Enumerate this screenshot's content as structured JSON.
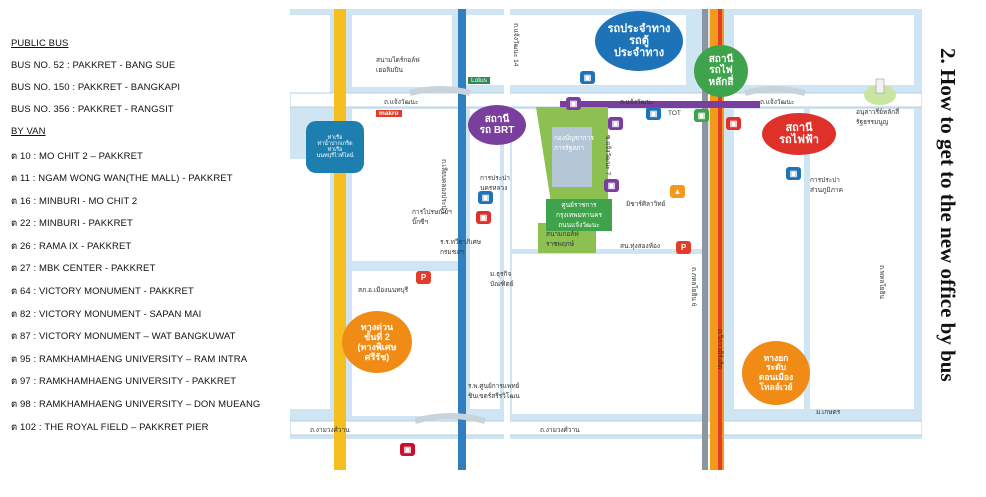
{
  "legend": {
    "public_bus_heading": "PUBLIC BUS",
    "bus_lines": [
      "BUS NO.   52 :   PAKKRET -  BANG SUE",
      "BUS NO. 150  :  PAKKRET -  BANGKAPI",
      "BUS NO. 356  :  PAKKRET - RANGSIT"
    ],
    "van_heading": "BY VAN",
    "van_lines": [
      "ต 10   :  MO CHIT 2 – PAKKRET",
      "ต 11   :  NGAM WONG WAN(THE MALL) - PAKKRET",
      "ต 16   :  MINBURI - MO CHIT 2",
      "ต 22   :  MINBURI -  PAKKRET",
      "ต 26   :  RAMA IX  - PAKKRET",
      "ต 27   :  MBK CENTER - PAKKRET",
      "ต 64   :  VICTORY  MONUMENT - PAKKRET",
      "ต 82   :  VICTORY  MONUMENT  - SAPAN MAI",
      "ต 87   :  VICTORY  MONUMENT – WAT BANGKUWAT",
      "ต 95   :  RAMKHAMHAENG UNIVERSITY – RAM INTRA",
      "ต 97   :  RAMKHAMHAENG UNIVERSITY - PAKKRET",
      "ต 98   :  RAMKHAMHAENG UNIVERSITY – DON MUEANG",
      "ต 102 :  THE ROYAL FIELD – PAKKRET  PIER"
    ]
  },
  "side_title": "2. How to get to the new office by bus",
  "map": {
    "bubbles": {
      "bus_stop": "รถประจำทาง\nรถตู้\nประจำทาง",
      "train_station": "สถานี\nรถไฟ\nหลักสี่",
      "skytrain": "สถานี\nรถไฟฟ้า",
      "brt": "สถานี\nรถ BRT",
      "pier": "ท่าเรือ\nท่าน้ำปากเกร็ด\nท่าเรือ\nนนทบุรีไวท์ไลน์",
      "expressway_2": "ทางด่วน\nขั้นที่ 2\n(ทางพิเศษ\nศรีรัช)",
      "tollway": "ทางยก\nระดับ\nดอนเมือง\nโทลล์เวย์"
    },
    "labels": {
      "road_top_left": "ถ.แจ้งวัฒนะ",
      "road_top_mid": "ถ.แจ้งวัฒนะ",
      "road_top_right": "ถ.แจ้งวัฒนะ",
      "road_bottom_left": "ถ.งามวงศ์วาน",
      "road_bottom_mid": "ถ.งามวงศ์วาน",
      "makro": "makro",
      "lotus": "Lotus",
      "tot": "TOT",
      "shopping": "สนามไดร์กอล์ฟ\nเฮอลิมปิน",
      "govcenter": "ศูนย์ราชการกรุงเทพมหานคร\nถนนแจ้งวัฒนะ",
      "govcenter_bldg": "กองบัญชาการ\nการรัฐสภา",
      "golf": "สนามกอล์ฟ\nราชพฤกษ์",
      "water": "การประปา\nนครหลวง",
      "post": "การไปรษณีย์ฯ\nบิ๊กซีฯ",
      "school": "ร.ร.ทวีธาภิเศษ\nกรมชลฯ",
      "police": "สน.ทุ่งสองห้อง",
      "bank": "ม.ธุรกิจ\nบัณฑิตย์",
      "station_nonburi": "สภ.อ.เมืองนนทบุรี",
      "hospital": "ร.พ.ศูนย์การแพทย์\nชินเขตร์สรีรวิโฒน",
      "nature": "อนุสาวรีย์หลักสี่\nรัฐธรรมนูญ",
      "airforce": "การประปา\nส่วนภูมิภาค",
      "military": "มิชาร์ศิลาวิทย์",
      "kaset": "ม.เกษตร",
      "soi_14": "ถ.แจ้งวัฒนะ 14",
      "soi_6": "ถ.ภหลโยธิน 6",
      "road_vibhavadi": "ถ.วิภาวดีรังสิต",
      "road_pracha": "ถ.เลียบคลองประปา",
      "road_right": "ถ.พหลโยธิน",
      "soi_7": "ซ.แจ้งวัฒนะ 7"
    }
  },
  "colors": {
    "map_bg": "#cfe5f4",
    "block": "#ffffff",
    "yellow_road": "#f5bf1f",
    "orange_road": "#f39a1a",
    "red_rail": "#e23d2b",
    "purple_brt": "#7a3e9d",
    "blue_bubble": "#1e73b8",
    "green_bubble": "#3ea34a",
    "red_bubble": "#e0302a",
    "orange_bubble": "#f08c16",
    "teal_bubble": "#1d7fb0"
  }
}
